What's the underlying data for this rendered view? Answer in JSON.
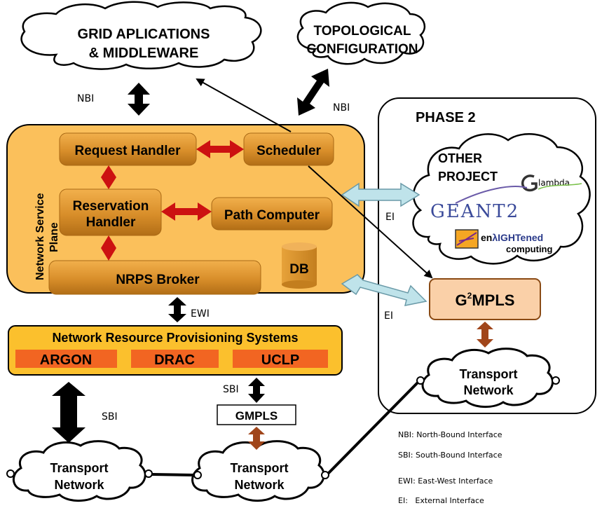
{
  "clouds": {
    "grid_apps": [
      "GRID APLICATIONS",
      "& MIDDLEWARE"
    ],
    "topological": [
      "TOPOLOGICAL",
      "CONFIGURATION"
    ],
    "other_project": [
      "OTHER",
      "PROJECT"
    ],
    "transport": [
      "Transport",
      "Network"
    ]
  },
  "logos": {
    "glambda": "lambda",
    "geant2": "GEANT2",
    "enlightened_1": "en",
    "enlightened_2": "λIGHTened",
    "enlightened_3": "computing"
  },
  "phase2": {
    "title": "PHASE 2"
  },
  "nsp": {
    "label": [
      "Network Service",
      "Plane"
    ],
    "request_handler": "Request Handler",
    "scheduler": "Scheduler",
    "reservation_handler": [
      "Reservation",
      "Handler"
    ],
    "path_computer": "Path Computer",
    "nrps_broker": "NRPS Broker",
    "db": "DB"
  },
  "nrps": {
    "title": "Network Resource Provisioning Systems",
    "argon": "ARGON",
    "drac": "DRAC",
    "uclp": "UCLP"
  },
  "g2mpls": {
    "g": "G",
    "sup": "2",
    "rest": "MPLS"
  },
  "gmpls": "GMPLS",
  "interfaces": {
    "nbi": "NBI",
    "ewi": "EWI",
    "sbi": "SBI",
    "ei": "EI"
  },
  "legend": [
    "NBI: North-Bound Interface",
    "SBI: South-Bound Interface",
    "EWI: East-West Interface",
    "EI:   External Interface"
  ],
  "colors": {
    "nsp_fill": "#FBC05B",
    "box_fill": "#D9902C",
    "nrps_orange": "#F26522",
    "red_arrow": "#CC1111",
    "brown_arrow": "#A0451A",
    "ei_arrow": "#BFE3EA",
    "g2mpls_fill": "#FAD0A8"
  }
}
